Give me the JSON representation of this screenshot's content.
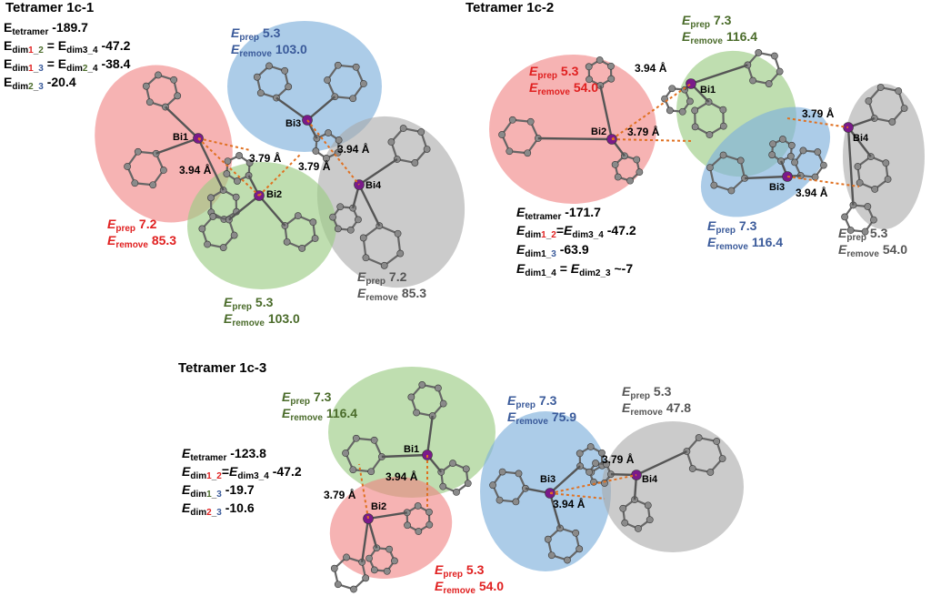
{
  "panels": [
    {
      "title": "Tetramer 1c-1",
      "energies": [
        {
          "label": "tetramer",
          "value": "-189.7"
        },
        {
          "label": "dim1_2",
          "value": "-47.2",
          "eq": "dim3_4"
        },
        {
          "label": "dim1_3",
          "value": "-38.4",
          "eq": "dim2_4"
        },
        {
          "label": "dim2_3",
          "value": "-20.4"
        }
      ],
      "fragments": [
        {
          "name": "Bi1",
          "color": "#f08080",
          "prep": "7.2",
          "remove": "85.3"
        },
        {
          "name": "Bi2",
          "color": "#9dcc85",
          "prep": "5.3",
          "remove": "103.0"
        },
        {
          "name": "Bi3",
          "color": "#7fb0dc",
          "prep": "5.3",
          "remove": "103.0"
        },
        {
          "name": "Bi4",
          "color": "#a8a8a8",
          "prep": "7.2",
          "remove": "85.3"
        }
      ],
      "distances": [
        "3.94 Å",
        "3.79 Å",
        "3.94 Å",
        "3.79 Å"
      ]
    },
    {
      "title": "Tetramer 1c-2",
      "energies": [
        {
          "label": "tetramer",
          "value": "-171.7"
        },
        {
          "label": "dim1_2",
          "value": "-47.2",
          "eq": "dim3_4"
        },
        {
          "label": "dim1_3",
          "value": "-63.9"
        },
        {
          "label": "dim1_4",
          "value": "~-7",
          "eq": "dim2_3"
        }
      ],
      "fragments": [
        {
          "name": "Bi2",
          "color": "#f08080",
          "prep": "5.3",
          "remove": "54.0"
        },
        {
          "name": "Bi1",
          "color": "#9dcc85",
          "prep": "7.3",
          "remove": "116.4"
        },
        {
          "name": "Bi3",
          "color": "#7fb0dc",
          "prep": "7.3",
          "remove": "116.4"
        },
        {
          "name": "Bi4",
          "color": "#a8a8a8",
          "prep": "5.3",
          "remove": "54.0"
        }
      ],
      "distances": [
        "3.94 Å",
        "3.79 Å",
        "3.79 Å",
        "3.94 Å"
      ]
    },
    {
      "title": "Tetramer 1c-3",
      "energies": [
        {
          "label": "tetramer",
          "value": "-123.8"
        },
        {
          "label": "dim1_2",
          "value": "-47.2",
          "eq": "dim3_4"
        },
        {
          "label": "dim1_3",
          "value": "-19.7"
        },
        {
          "label": "dim2_3",
          "value": "-10.6"
        }
      ],
      "fragments": [
        {
          "name": "Bi1",
          "color": "#9dcc85",
          "prep": "7.3",
          "remove": "116.4"
        },
        {
          "name": "Bi2",
          "color": "#f08080",
          "prep": "5.3",
          "remove": "54.0"
        },
        {
          "name": "Bi3",
          "color": "#7fb0dc",
          "prep": "7.3",
          "remove": "75.9"
        },
        {
          "name": "Bi4",
          "color": "#a8a8a8",
          "prep": "5.3",
          "remove": "47.8"
        }
      ],
      "distances": [
        "3.94 Å",
        "3.79 Å",
        "3.79 Å",
        "3.94 Å"
      ]
    }
  ],
  "symbols": {
    "E": "E",
    "prep": "prep",
    "remove": "remove",
    "tetramer": "tetramer",
    "dim": "dim"
  },
  "colors": {
    "red": "#e02020",
    "green": "#4a6b2a",
    "blue": "#3a5a9a",
    "gray": "#555555",
    "bismuth": "#7a1a8a",
    "carbon": "#8a8a8a",
    "contact": "#e07020"
  }
}
